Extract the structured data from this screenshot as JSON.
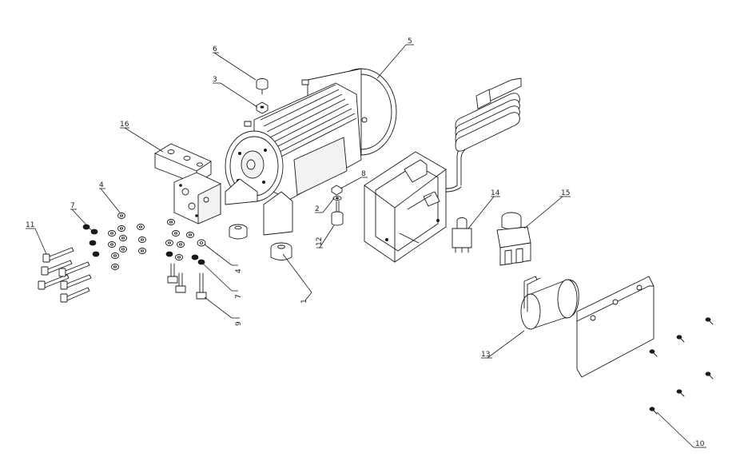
{
  "callouts": [
    {
      "id": "1",
      "text": "1"
    },
    {
      "id": "2",
      "text": "2"
    },
    {
      "id": "3",
      "text": "3"
    },
    {
      "id": "4a",
      "text": "4"
    },
    {
      "id": "4b",
      "text": "4"
    },
    {
      "id": "5",
      "text": "5"
    },
    {
      "id": "6",
      "text": "6"
    },
    {
      "id": "7a",
      "text": "7"
    },
    {
      "id": "7b",
      "text": "7"
    },
    {
      "id": "8",
      "text": "8"
    },
    {
      "id": "9",
      "text": "9"
    },
    {
      "id": "10",
      "text": "10"
    },
    {
      "id": "11",
      "text": "11"
    },
    {
      "id": "12",
      "text": "12"
    },
    {
      "id": "13",
      "text": "13"
    },
    {
      "id": "14",
      "text": "14"
    },
    {
      "id": "15",
      "text": "15"
    },
    {
      "id": "16",
      "text": "16"
    }
  ],
  "colors": {
    "line": "#1a1a1a",
    "background": "#ffffff"
  }
}
